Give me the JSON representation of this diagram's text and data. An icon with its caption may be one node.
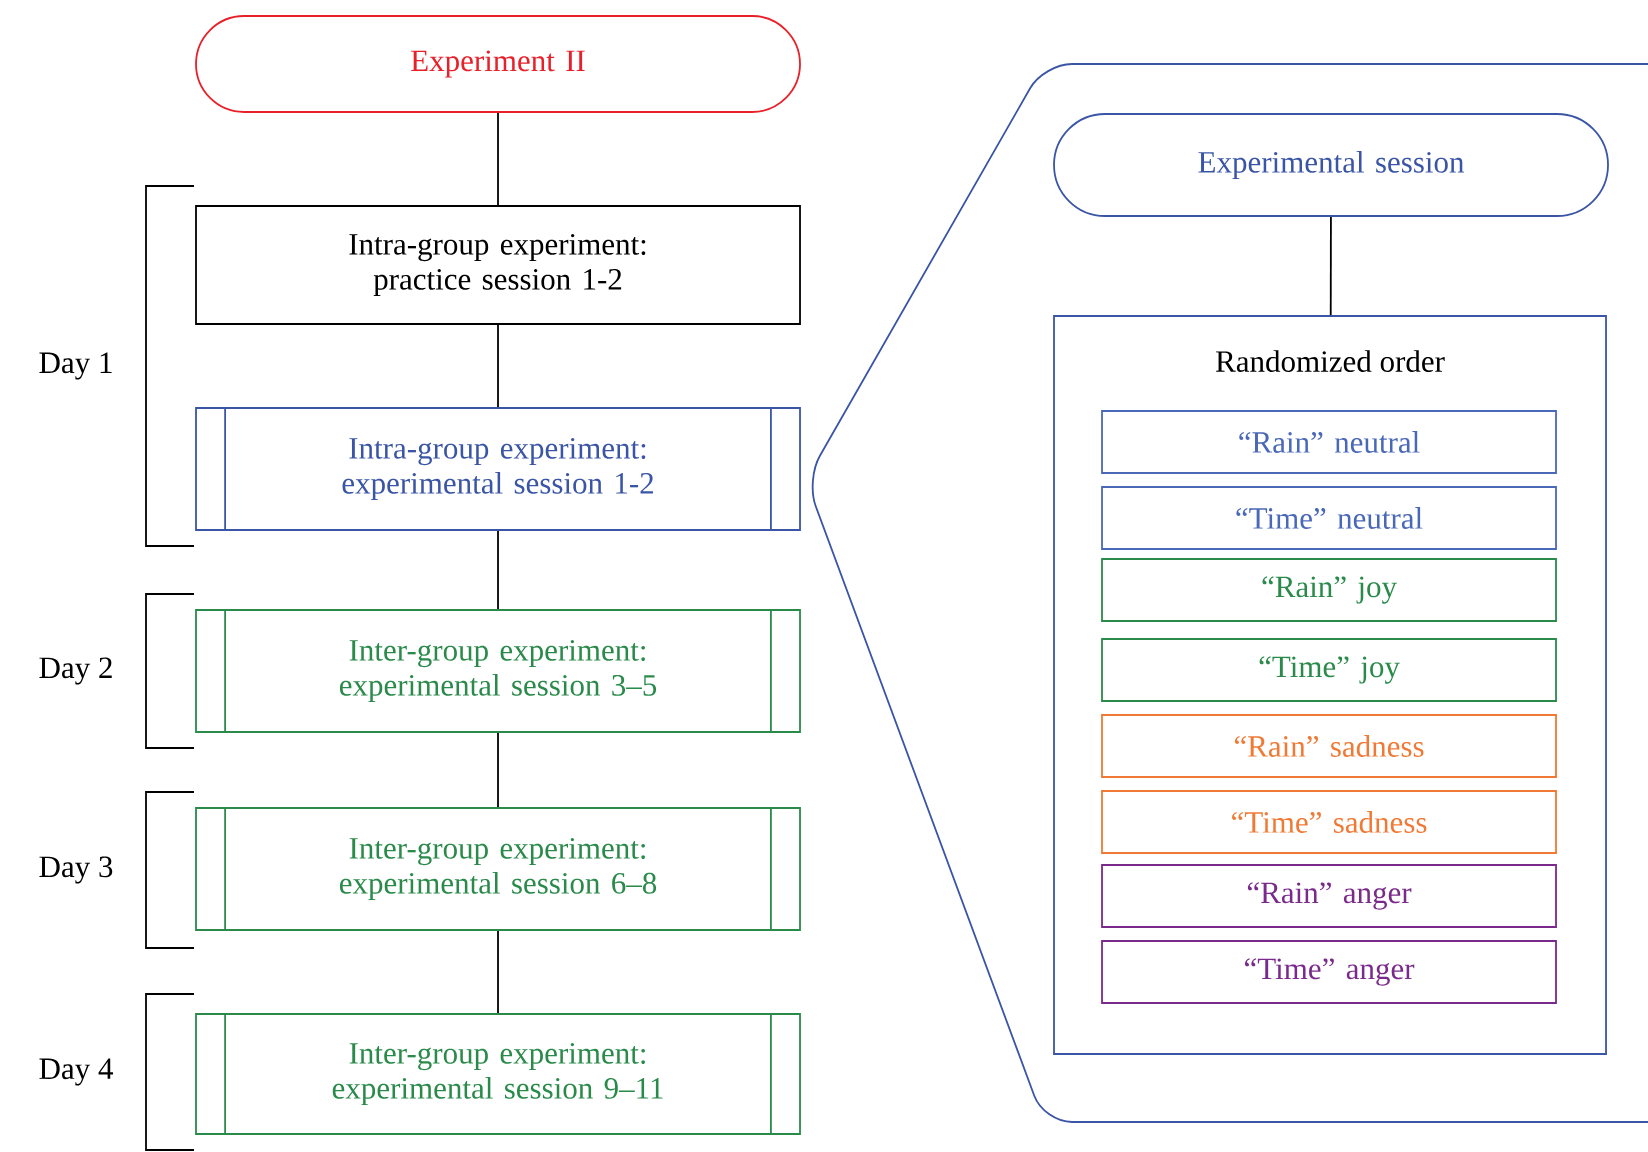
{
  "diagram": {
    "nodes": [
      {
        "text": [
          "Experiment II"
        ]
      },
      {
        "text": [
          "Intra-group experiment: practice session 1-2"
        ]
      },
      {
        "text": [
          "Intra-group experiment: experimental session 1-2"
        ]
      },
      {
        "text": [
          "Inter-group experiment: experimental session 3–5"
        ]
      },
      {
        "text": [
          "Inter-group experiment: experimental session 6–8"
        ]
      },
      {
        "text": [
          "Inter-group experiment: experimental session 9–11"
        ]
      },
      {
        "text": [],
        "shape": "callout"
      },
      {
        "text": [
          "Experimental session"
        ],
        "in": 6
      },
      {
        "text": [
          "Randomized order"
        ],
        "in": 6
      },
      {
        "text": [
          "“Rain” neutral"
        ],
        "in": 8
      },
      {
        "text": [
          "“Time” neutral"
        ],
        "in": 8
      },
      {
        "text": [
          "“Rain” joy"
        ],
        "in": 8
      },
      {
        "text": [
          "“Time” joy"
        ],
        "in": 8
      },
      {
        "text": [
          "“Rain” sadness"
        ],
        "in": 8
      },
      {
        "text": [
          "“Time” sadness"
        ],
        "in": 8
      },
      {
        "text": [
          "“Rain” anger"
        ],
        "in": 8
      },
      {
        "text": [
          "“Time” anger"
        ],
        "in": 8
      }
    ],
    "edges": [
      {
        "from": 0,
        "to": 1,
        "arrow": "none"
      },
      {
        "from": 1,
        "to": 2,
        "arrow": "none"
      },
      {
        "from": 2,
        "to": 3,
        "arrow": "none"
      },
      {
        "from": 3,
        "to": 4,
        "arrow": "none"
      },
      {
        "from": 4,
        "to": 5,
        "arrow": "none"
      },
      {
        "from": 7,
        "to": 8,
        "arrow": "none"
      }
    ],
    "labels": [
      "Day 1",
      "Day 2",
      "Day 3",
      "Day 4"
    ]
  }
}
